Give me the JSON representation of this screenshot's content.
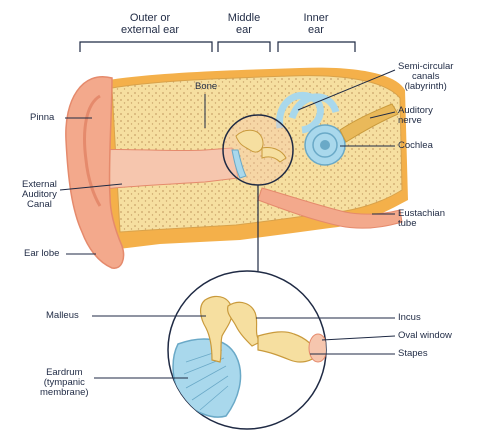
{
  "headers": {
    "outer": "Outer or\nexternal ear",
    "middle": "Middle\near",
    "inner": "Inner\near"
  },
  "labels": {
    "bone": "Bone",
    "pinna": "Pinna",
    "external_canal": "External\nAuditory\nCanal",
    "ear_lobe": "Ear lobe",
    "semicircular": "Semi-circular\ncanals\n(labyrinth)",
    "auditory_nerve": "Auditory\nnerve",
    "cochlea": "Cochlea",
    "eustachian": "Eustachian\ntube",
    "malleus": "Malleus",
    "incus": "Incus",
    "oval_window": "Oval window",
    "stapes": "Stapes",
    "eardrum": "Eardrum\n(tympanic\nmembrane)"
  },
  "colors": {
    "skin": "#f3a98c",
    "skin_dark": "#e58a6c",
    "bone": "#f6dfa0",
    "bone_dots": "#c9a36a",
    "tissue": "#f4b04a",
    "canal": "#f6c6ae",
    "cochlea": "#a9d8ec",
    "nerve": "#e9b95a",
    "line": "#1f2a44"
  }
}
